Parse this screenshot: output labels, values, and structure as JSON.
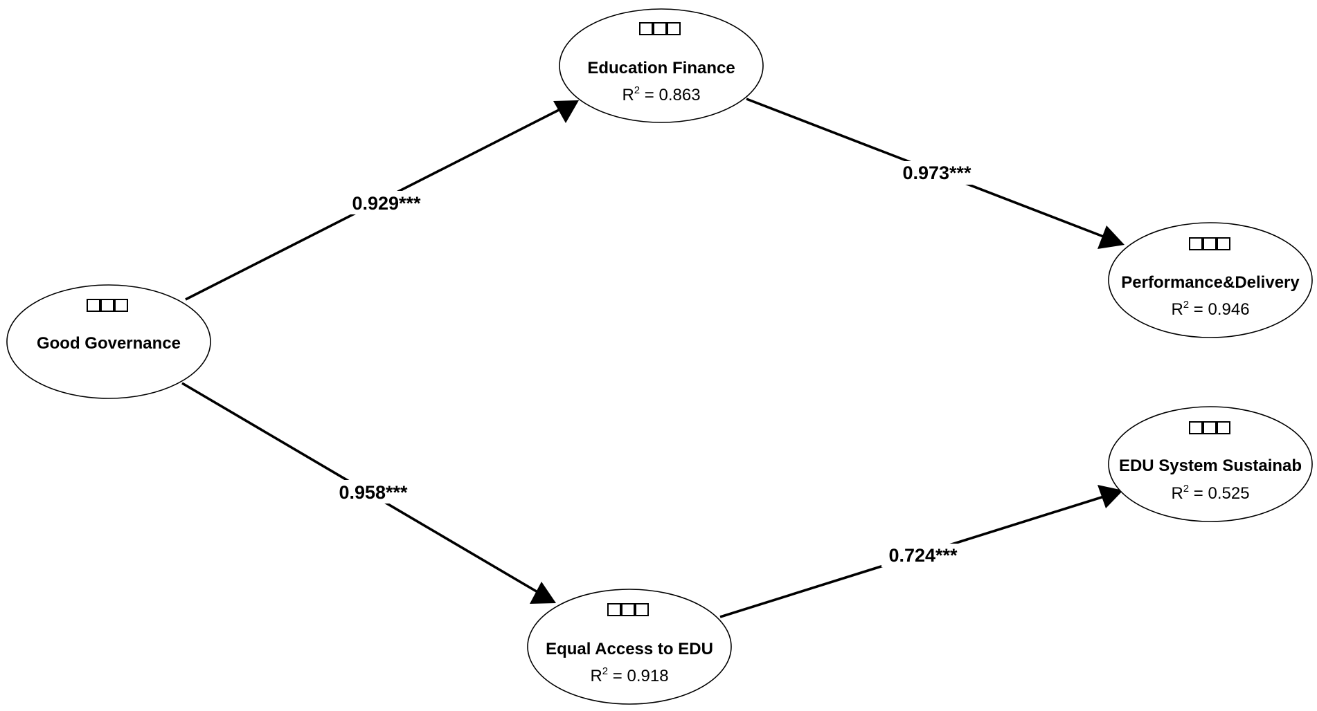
{
  "nodes": [
    {
      "id": "good_governance",
      "name": "Good Governance",
      "r2_prefix": "",
      "r2_value": "",
      "icon": "indicator-boxes-icon"
    },
    {
      "id": "education_finance",
      "name": "Education Finance",
      "r2_prefix": "R",
      "r2_exp": "2",
      "r2_value": " = 0.863",
      "icon": "indicator-boxes-icon"
    },
    {
      "id": "performance_delivery",
      "name": "Performance&Delivery",
      "r2_prefix": "R",
      "r2_exp": "2",
      "r2_value": " = 0.946",
      "icon": "indicator-boxes-icon"
    },
    {
      "id": "edu_system_sustainab",
      "name": "EDU System Sustainab",
      "r2_prefix": "R",
      "r2_exp": "2",
      "r2_value": " = 0.525",
      "icon": "indicator-boxes-icon"
    },
    {
      "id": "equal_access_edu",
      "name": "Equal Access to EDU",
      "r2_prefix": "R",
      "r2_exp": "2",
      "r2_value": " = 0.918",
      "icon": "indicator-boxes-icon"
    }
  ],
  "edges": [
    {
      "from": "good_governance",
      "to": "education_finance",
      "label": "0.929***"
    },
    {
      "from": "education_finance",
      "to": "performance_delivery",
      "label": "0.973***"
    },
    {
      "from": "good_governance",
      "to": "equal_access_edu",
      "label": "0.958***"
    },
    {
      "from": "equal_access_edu",
      "to": "edu_system_sustainab",
      "label": "0.724***"
    }
  ],
  "colors": {
    "stroke": "#000000",
    "fill": "#ffffff",
    "background": "#ffffff"
  }
}
